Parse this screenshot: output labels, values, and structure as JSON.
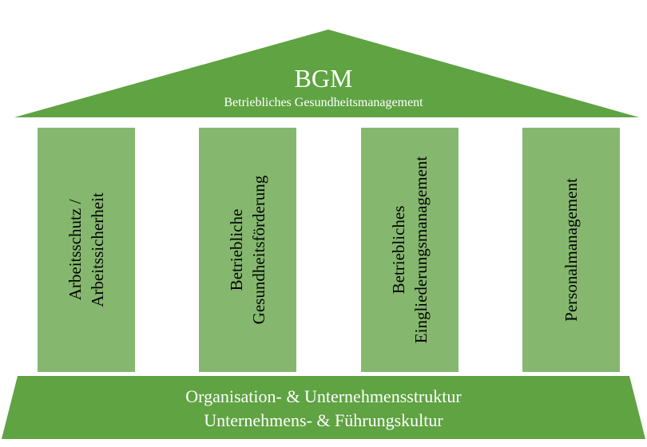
{
  "roof": {
    "title": "BGM",
    "subtitle": "Betriebliches Gesundheitsmanagement"
  },
  "pillars": [
    {
      "line1": "Arbeitsschutz /",
      "line2": "Arbeitssicherheit"
    },
    {
      "line1": "Betriebliche",
      "line2": "Gesundheitsförderung"
    },
    {
      "line1": "Betriebliches",
      "line2": "Eingliederungsmanagement"
    },
    {
      "line1": "Personalmanagement",
      "line2": ""
    }
  ],
  "foundation": {
    "line1": "Organisation- & Unternehmensstruktur",
    "line2": "Unternehmens- & Führungskultur"
  },
  "colors": {
    "roof": "#5fa342",
    "pillar": "#85b86e",
    "foundation": "#5fa342"
  }
}
